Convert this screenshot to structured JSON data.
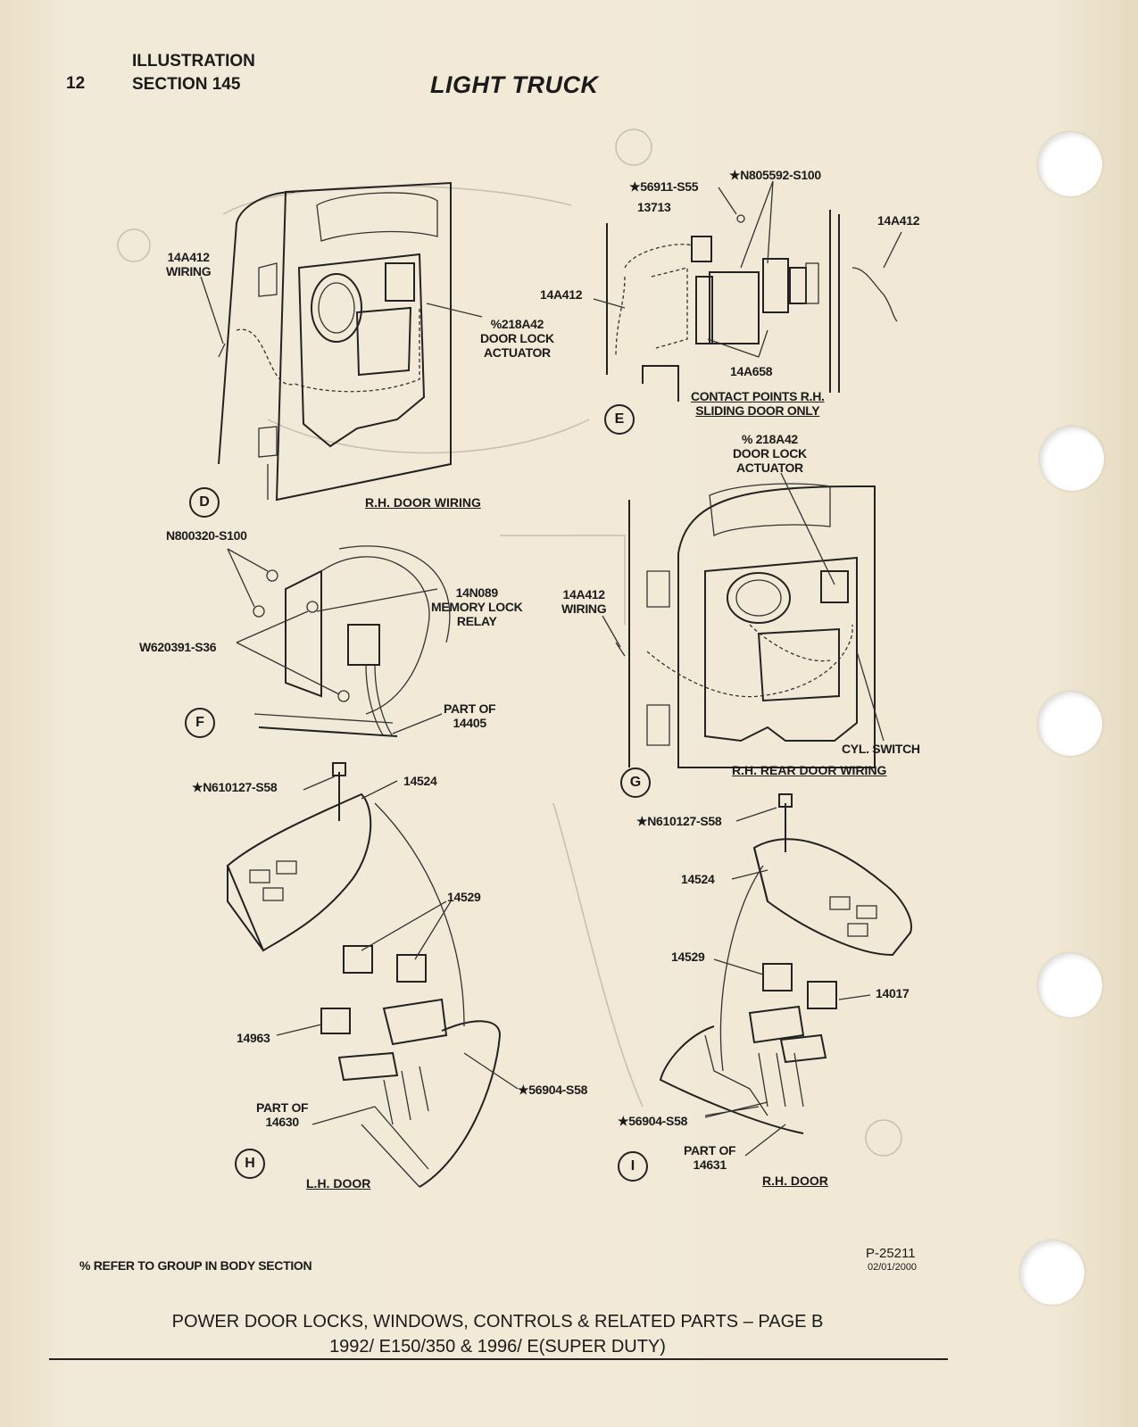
{
  "header": {
    "page_number": "12",
    "illustration": "ILLUSTRATION",
    "section": "SECTION 145",
    "title": "LIGHT TRUCK"
  },
  "view_d": {
    "letter": "D",
    "caption": "R.H. DOOR WIRING",
    "wiring_label": "14A412\nWIRING",
    "actuator_label": "%218A42\nDOOR LOCK\nACTUATOR"
  },
  "view_e": {
    "letter": "E",
    "screw_label": "★56911-S55",
    "part_13713": "13713",
    "nut_label": "★N805592-S100",
    "wiring_right": "14A412",
    "wiring_left": "14A412",
    "contact_part": "14A658",
    "caption": "CONTACT POINTS R.H.\nSLIDING DOOR ONLY"
  },
  "view_f": {
    "letter": "F",
    "nut_label": "N800320-S100",
    "relay_label": "14N089\nMEMORY LOCK\nRELAY",
    "screw_label": "W620391-S36",
    "part_label": "PART OF\n14405"
  },
  "view_g": {
    "letter": "G",
    "actuator_label": "% 218A42\nDOOR LOCK\nACTUATOR",
    "wiring_label": "14A412\nWIRING",
    "switch_label": "CYL. SWITCH",
    "caption": "R.H. REAR DOOR WIRING"
  },
  "view_h": {
    "letter": "H",
    "screw_label": "★N610127-S58",
    "bezel_label": "14524",
    "switch_label": "14529",
    "switch2_label": "14963",
    "fastener_label": "★56904-S58",
    "part_label": "PART OF\n14630",
    "caption": "L.H. DOOR"
  },
  "view_i": {
    "letter": "I",
    "screw_label": "★N610127-S58",
    "bezel_label": "14524",
    "switch_label": "14529",
    "switch2_label": "14017",
    "fastener_label": "★56904-S58",
    "part_label": "PART OF\n14631",
    "caption": "R.H. DOOR"
  },
  "notes": {
    "group_note": "% REFER TO GROUP IN BODY SECTION",
    "part_number": "P-25211",
    "date": "02/01/2000"
  },
  "footer": {
    "line1": "POWER DOOR LOCKS, WINDOWS, CONTROLS & RELATED PARTS – PAGE B",
    "line2": "1992/ E150/350 & 1996/ E(SUPER DUTY)"
  }
}
